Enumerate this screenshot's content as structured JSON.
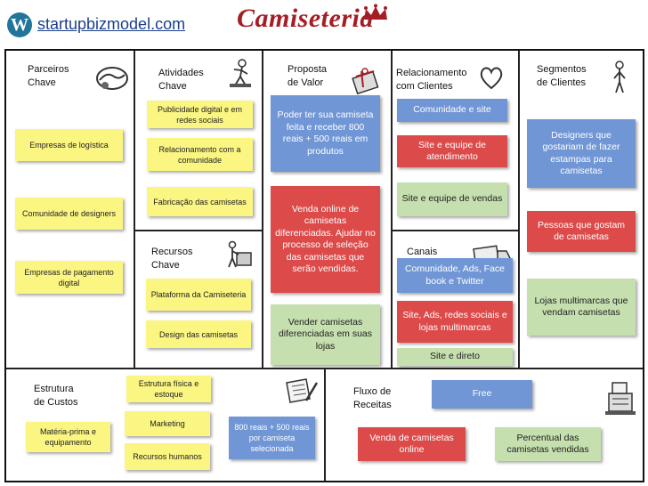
{
  "header": {
    "wp_glyph": "W",
    "site_url": "startupbizmodel.com",
    "brand": "Camiseteria"
  },
  "colors": {
    "yellow": "#fbf582",
    "blue": "#7096d6",
    "red": "#dc4a4a",
    "green": "#c6dfae",
    "brand": "#a51e26"
  },
  "sections": {
    "partners": {
      "title": "Parceiros\nChave",
      "icon": "handshake-icon"
    },
    "activities": {
      "title": "Atividades\nChave",
      "icon": "worker-icon"
    },
    "value": {
      "title": "Proposta\nde Valor",
      "icon": "gift-icon"
    },
    "relationships": {
      "title": "Relacionamento\ncom Clientes",
      "icon": "heart-icon"
    },
    "segments": {
      "title": "Segmentos\nde Clientes",
      "icon": "person-icon"
    },
    "resources": {
      "title": "Recursos\nChave",
      "icon": "worker-machine-icon"
    },
    "channels": {
      "title": "Canais",
      "icon": "truck-icon"
    },
    "costs": {
      "title": "Estrutura\nde Custos",
      "icon": "pen-icon"
    },
    "revenue": {
      "title": "Fluxo de\nReceitas",
      "icon": "cash-register-icon"
    }
  },
  "notes": {
    "partners": [
      "Empresas de logística",
      "Comunidade de designers",
      "Empresas de pagamento digital"
    ],
    "activities": [
      "Publicidade digital e em redes sociais",
      "Relacionamento com a comunidade",
      "Fabricação das camisetas"
    ],
    "resources": [
      "Plataforma da Camiseteria",
      "Design das camisetas"
    ],
    "value": [
      "Poder ter sua camiseta feita e receber 800 reais + 500 reais em produtos",
      "Venda online de camisetas diferenciadas. Ajudar no processo de seleção das camisetas que serão vendidas.",
      "Vender camisetas diferenciadas em suas lojas"
    ],
    "relationships": [
      "Comunidade e site",
      "Site e equipe de atendimento",
      "Site e equipe de vendas"
    ],
    "channels": [
      "Comunidade, Ads, Face book e Twitter",
      "Site, Ads, redes sociais e lojas multimarcas",
      "Site e direto"
    ],
    "segments": [
      "Designers que gostariam de fazer estampas para camisetas",
      "Pessoas que gostam de camisetas",
      "Lojas multimarcas que vendam camisetas"
    ],
    "costs": [
      "Estrutura física e estoque",
      "Matéria-prima e equipamento",
      "Marketing",
      "Recursos humanos",
      "800 reais + 500 reais por camiseta selecionada"
    ],
    "revenue": [
      "Free",
      "Venda de camisetas online",
      "Percentual das camisetas vendidas"
    ]
  }
}
